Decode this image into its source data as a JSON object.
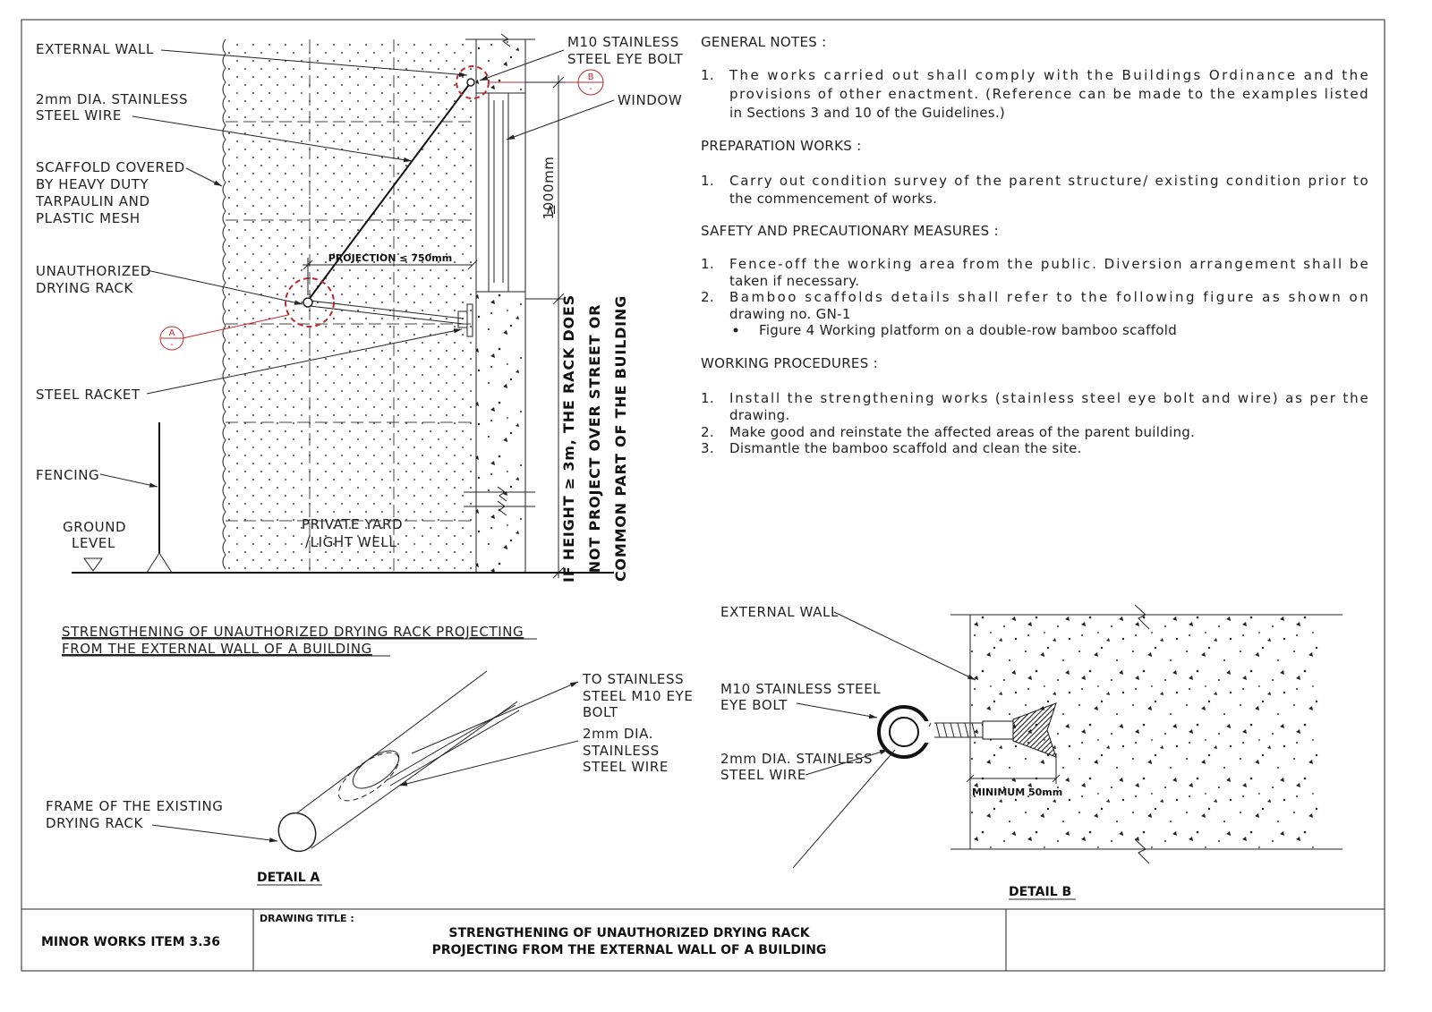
{
  "elevation": {
    "labels": {
      "external_wall": "EXTERNAL WALL",
      "wire_1": "2mm DIA. STAINLESS",
      "wire_2": "STEEL WIRE",
      "scaffold_1": "SCAFFOLD COVERED",
      "scaffold_2": "BY HEAVY DUTY",
      "scaffold_3": "TARPAULIN AND",
      "scaffold_4": "PLASTIC MESH",
      "rack_1": "UNAUTHORIZED",
      "rack_2": "DRYING RACK",
      "steel_racket": "STEEL RACKET",
      "fencing": "FENCING",
      "ground_1": "GROUND",
      "ground_2": "LEVEL",
      "eye_bolt_1": "M10 STAINLESS",
      "eye_bolt_2": "STEEL EYE BOLT",
      "window": "WINDOW",
      "yard_1": "PRIVATE YARD",
      "yard_2": "/LIGHT WELL",
      "dim_1000": "1000mm",
      "dim_ge": "≥",
      "projection": "PROJECTION ≤ 750mm",
      "height_1": "IF HEIGHT ≥ 3m, THE RACK DOES",
      "height_2": "NOT PROJECT OVER STREET OR",
      "height_3": "COMMON PART OF THE BUILDING",
      "marker_a": "A",
      "marker_b": "B",
      "marker_dash": "-"
    },
    "caption_1": "STRENGTHENING OF UNAUTHORIZED DRYING RACK PROJECTING",
    "caption_2": "FROM THE EXTERNAL WALL OF A BUILDING"
  },
  "notes": {
    "general_title": "GENERAL NOTES :",
    "general_items": [
      [
        "1.",
        "The works carried out shall comply with the Buildings Ordinance and the",
        "provisions of other enactment. (Reference can be made to the examples listed",
        "in Sections 3 and 10 of the Guidelines.)"
      ]
    ],
    "prep_title": "PREPARATION WORKS :",
    "prep_items": [
      [
        "1.",
        "Carry out condition survey of the parent structure/ existing condition prior to",
        "the commencement of works."
      ]
    ],
    "safety_title": "SAFETY AND PRECAUTIONARY MEASURES :",
    "safety_items": [
      [
        "1.",
        "Fence-off the working area from the public. Diversion arrangement shall be",
        "taken if necessary."
      ],
      [
        "2.",
        "Bamboo scaffolds details shall refer to the following figure as shown on",
        "drawing no. GN-1"
      ]
    ],
    "safety_bullet": "Figure 4 Working platform on a double-row bamboo scaffold",
    "proc_title": "WORKING PROCEDURES :",
    "proc_items": [
      [
        "1.",
        "Install the strengthening works (stainless steel eye bolt and wire) as per the",
        "drawing."
      ],
      [
        "2.",
        "Make good and reinstate the affected areas of the parent building."
      ],
      [
        "3.",
        "Dismantle the bamboo scaffold and clean the site."
      ]
    ]
  },
  "detail_a": {
    "to_bolt_1": "TO STAINLESS",
    "to_bolt_2": "STEEL M10 EYE",
    "to_bolt_3": "BOLT",
    "wire_1": "2mm DIA.",
    "wire_2": "STAINLESS",
    "wire_3": "STEEL WIRE",
    "frame_1": "FRAME OF THE EXISTING",
    "frame_2": "DRYING RACK",
    "title": "DETAIL A"
  },
  "detail_b": {
    "external_wall": "EXTERNAL WALL",
    "bolt_1": "M10 STAINLESS STEEL",
    "bolt_2": "EYE BOLT",
    "wire_1": "2mm DIA. STAINLESS",
    "wire_2": "STEEL WIRE",
    "minimum": "MINIMUM 50mm",
    "title": "DETAIL B"
  },
  "title_block": {
    "item": "MINOR WORKS ITEM 3.36",
    "drawing_title_label": "DRAWING TITLE :",
    "title_1": "STRENGTHENING OF UNAUTHORIZED DRYING RACK",
    "title_2": "PROJECTING FROM THE EXTERNAL WALL OF A BUILDING"
  }
}
